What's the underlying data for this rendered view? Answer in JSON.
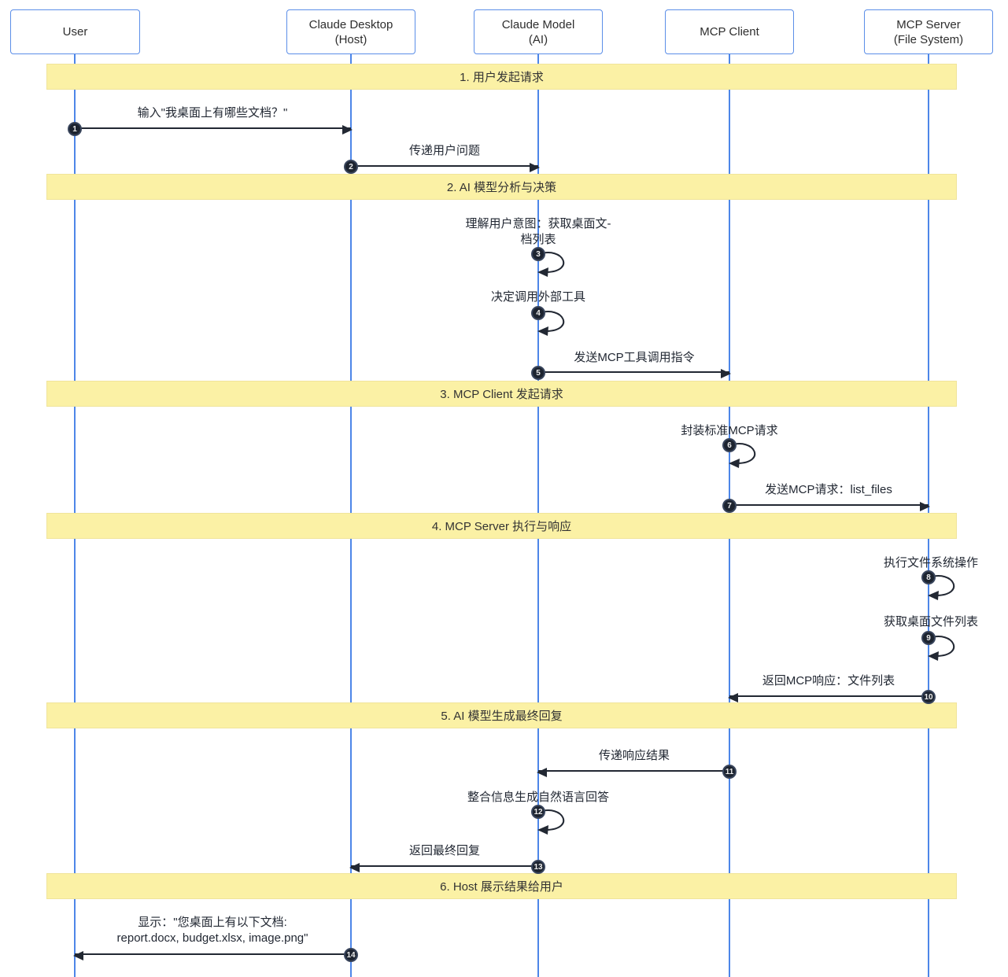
{
  "participants": [
    {
      "line1": "User"
    },
    {
      "line1": "Claude Desktop",
      "line2": "(Host)"
    },
    {
      "line1": "Claude Model",
      "line2": "(AI)"
    },
    {
      "line1": "MCP Client"
    },
    {
      "line1": "MCP Server",
      "line2": "(File System)"
    }
  ],
  "sections": [
    {
      "title": "1. 用户发起请求"
    },
    {
      "title": "2. AI 模型分析与决策"
    },
    {
      "title": "3. MCP Client 发起请求"
    },
    {
      "title": "4. MCP Server 执行与响应"
    },
    {
      "title": "5. AI 模型生成最终回复"
    },
    {
      "title": "6. Host 展示结果给用户"
    }
  ],
  "messages": [
    {
      "num": "1",
      "label": "输入\"我桌面上有哪些文档？\""
    },
    {
      "num": "2",
      "label": "传递用户问题"
    },
    {
      "num": "3",
      "label": "理解用户意图：获取桌面文-",
      "label2": "档列表"
    },
    {
      "num": "4",
      "label": "决定调用外部工具"
    },
    {
      "num": "5",
      "label": "发送MCP工具调用指令"
    },
    {
      "num": "6",
      "label": "封装标准MCP请求"
    },
    {
      "num": "7",
      "label": "发送MCP请求：list_files"
    },
    {
      "num": "8",
      "label": "执行文件系统操作"
    },
    {
      "num": "9",
      "label": "获取桌面文件列表"
    },
    {
      "num": "10",
      "label": "返回MCP响应：文件列表"
    },
    {
      "num": "11",
      "label": "传递响应结果"
    },
    {
      "num": "12",
      "label": "整合信息生成自然语言回答"
    },
    {
      "num": "13",
      "label": "返回最终回复"
    },
    {
      "num": "14",
      "label": "显示：\"您桌面上有以下文档:",
      "label2": "report.docx, budget.xlsx, image.png\""
    }
  ],
  "colors": {
    "lifeline": "#4d86e8",
    "participant_border": "#5b8ee8",
    "band_fill": "#fbf1a5",
    "arrow": "#222833",
    "badge_bg": "#1d2430",
    "text": "#222833"
  }
}
